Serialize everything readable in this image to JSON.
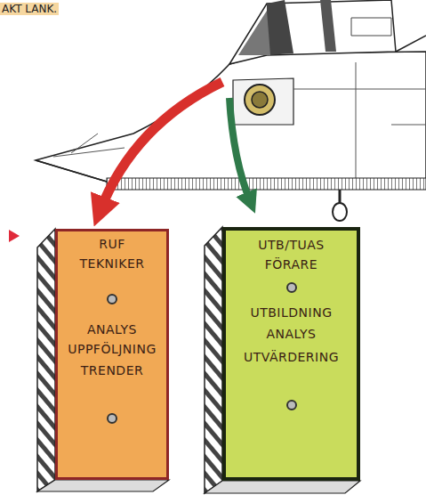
{
  "diagram": {
    "nodes": [
      {
        "text": [
          "RUF",
          "TEKNIKER",
          "ANALYS",
          "UPPFÖLJNING",
          "TRENDER"
        ]
      },
      {
        "text": [
          "UTB/TUAS",
          "FÖRARE",
          "UTBILDNING",
          "ANALYS",
          "UTVÄRDERING"
        ]
      }
    ],
    "labels": [
      "AKT LANK."
    ]
  }
}
